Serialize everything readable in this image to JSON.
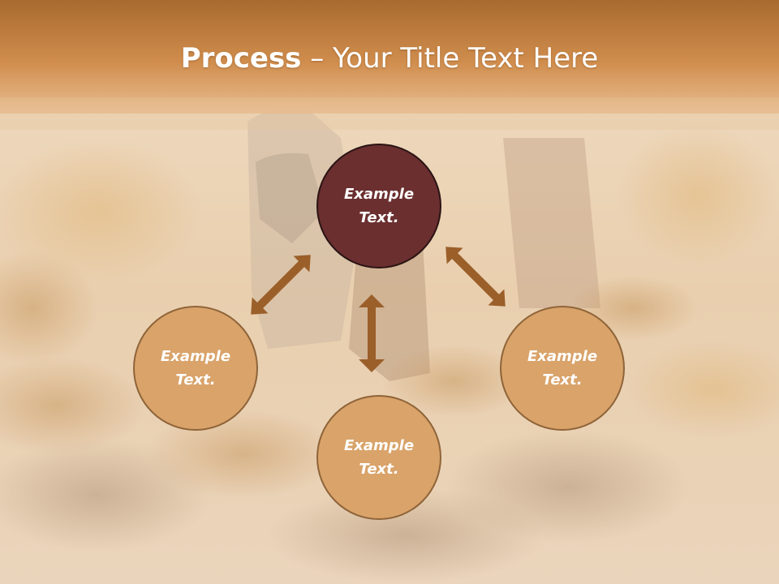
{
  "title": {
    "bold": "Process",
    "rest": " – Your Title Text Here"
  },
  "nodes": [
    {
      "id": "top",
      "line1": "Example",
      "line2": "Text."
    },
    {
      "id": "left",
      "line1": "Example",
      "line2": "Text."
    },
    {
      "id": "bottom",
      "line1": "Example",
      "line2": "Text."
    },
    {
      "id": "right",
      "line1": "Example",
      "line2": "Text."
    }
  ],
  "colors": {
    "header_band": "#c8894a",
    "main_circle": "#6b2f30",
    "side_circle": "#d9a36a",
    "arrow": "#9b5f2a"
  }
}
